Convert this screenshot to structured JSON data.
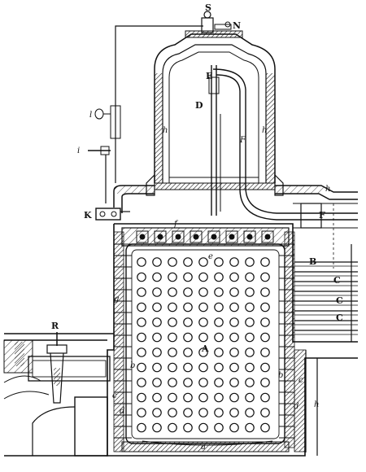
{
  "labels": {
    "S": "S",
    "N": "N",
    "E": "E",
    "D": "D",
    "F": "F",
    "F2": "F",
    "K": "K",
    "B": "B",
    "C1": "C",
    "C2": "C",
    "C3": "C",
    "R": "R",
    "A": "A",
    "h1": "h",
    "h2": "h",
    "h3": "h",
    "h4": "h",
    "i": "i",
    "l": "l",
    "f": "f",
    "e": "e",
    "g": "g",
    "b1": "b",
    "b2": "b",
    "c1": "c",
    "c2": "c",
    "d1": "d",
    "d2": "d",
    "a": "a"
  },
  "colors": {
    "ink": "#111111",
    "paper": "#ffffff"
  }
}
